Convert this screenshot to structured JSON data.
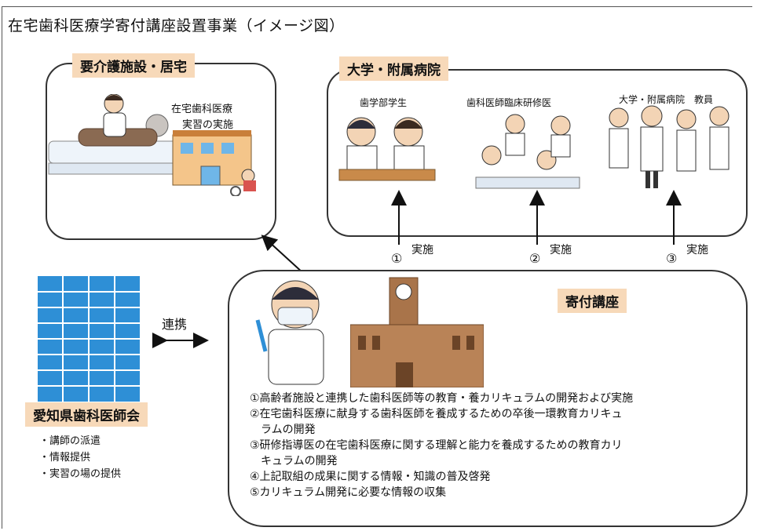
{
  "title": "在宅歯科医療学寄付講座設置事業（イメージ図）",
  "care_facility": {
    "tag": "要介護施設・居宅",
    "note_line1": "在宅歯科医療",
    "note_line2": "実習の実施"
  },
  "university": {
    "tag": "大学・附属病院",
    "group1": "歯学部学生",
    "group2": "歯科医師臨床研修医",
    "group3": "大学・附属病院　教員"
  },
  "arrows": [
    {
      "num": "①",
      "label": "実施"
    },
    {
      "num": "②",
      "label": "実施"
    },
    {
      "num": "③",
      "label": "実施"
    }
  ],
  "dental_assoc": {
    "link_label": "連携",
    "tag": "愛知県歯科医師会",
    "items": [
      "・講師の派遣",
      "・情報提供",
      "・実習の場の提供"
    ]
  },
  "course": {
    "tag": "寄付講座",
    "items": [
      "①高齢者施設と連携した歯科医師等の教育・養カリキュラムの開発および実施",
      "②在宅歯科医療に献身する歯科医師を養成するための卒後一環教育カリキュ",
      "　ラムの開発",
      "③研修指導医の在宅歯科医療に関する理解と能力を養成するための教育カリ",
      "　キュラムの開発",
      "④上記取組の成果に関する情報・知識の普及啓発",
      "⑤カリキュラム開発に必要な情報の収集"
    ]
  },
  "colors": {
    "tag_bg": "#f7d9b9",
    "building_blue": "#2e8fd6"
  }
}
